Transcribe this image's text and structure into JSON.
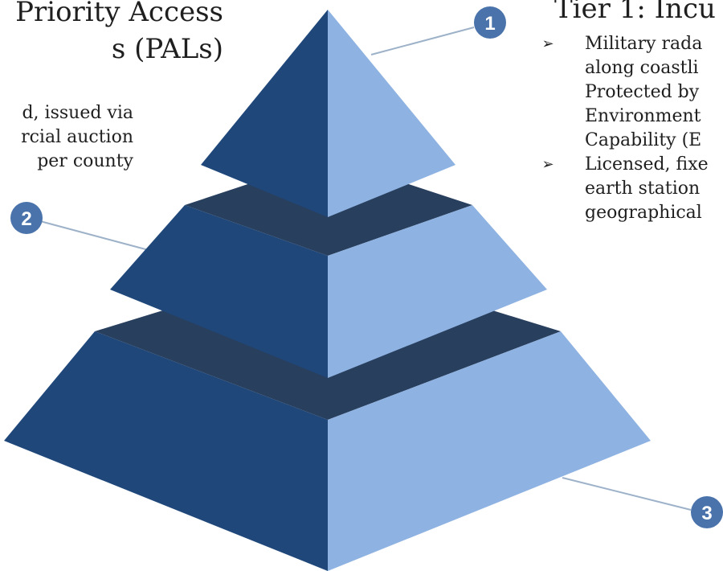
{
  "left_callout": {
    "title_lines": [
      "Priority Access",
      "s (PALs)"
    ],
    "body_lines": [
      "d, issued via",
      "rcial auction",
      "per county"
    ]
  },
  "right_callout": {
    "title": "Tier 1: Incu",
    "bullets": [
      {
        "icon": "arrowhead-bullet-icon",
        "lines": [
          "Military rada",
          "along coastli",
          "Protected by",
          "Environment",
          "Capability (E"
        ]
      },
      {
        "icon": "arrowhead-bullet-icon",
        "lines": [
          "Licensed, fixe",
          "earth station",
          "geographical"
        ]
      }
    ]
  },
  "markers": [
    {
      "label": "1"
    },
    {
      "label": "2"
    },
    {
      "label": "3"
    }
  ],
  "colors": {
    "dark_face": "#1f477a",
    "light_face": "#8eb2e2",
    "band": "#283f5e",
    "marker_fill": "#4a73ab",
    "connector": "#9db2c9"
  }
}
